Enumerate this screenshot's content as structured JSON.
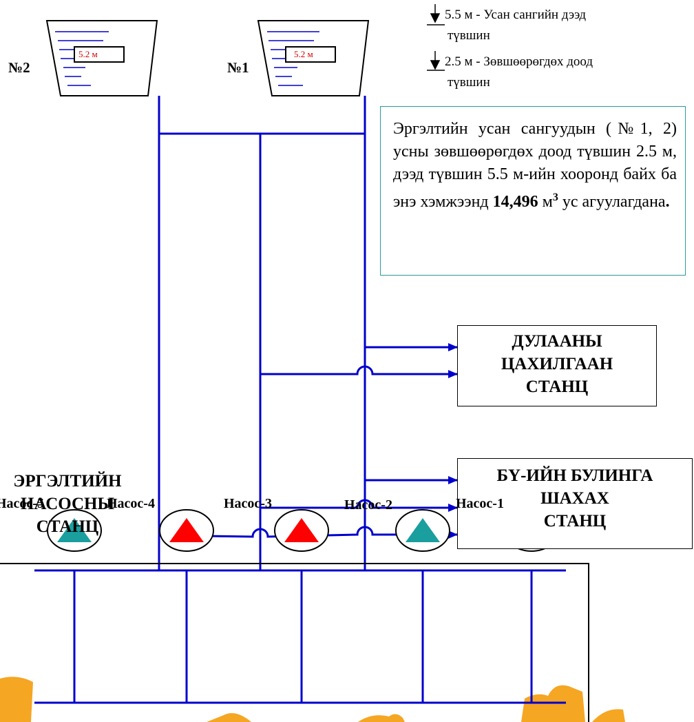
{
  "colors": {
    "pipe": "#0000cc",
    "pump_on": "#ff0000",
    "pump_off": "#1a9e9e",
    "note_border": "#2a9a9a",
    "ground": "#f5a623"
  },
  "reservoirs": [
    {
      "id": "no2",
      "label": "№2",
      "level": "5.2 м"
    },
    {
      "id": "no1",
      "label": "№1",
      "level": "5.2 м"
    }
  ],
  "legend": {
    "upper_value": "5.5",
    "upper_text": "м - Усан сангийн дээд",
    "upper_text2": "түвшин",
    "lower_value": "2.5",
    "lower_text": "м - Зөвшөөрөгдөх доод",
    "lower_text2": "түвшин"
  },
  "note": {
    "line1": "Эргэлтийн усан сангуудын (№1, 2) усны зөвшөөрөгдөх доод түвшин 2.5 м, дээд түвшин 5.5 м-ийн хооронд байх ба энэ хэмжээнд",
    "volume": "14,496",
    "unit": "м",
    "unit_sup": "3",
    "line2": "ус агуулагдана",
    "period": "."
  },
  "consumers": {
    "power_plant": {
      "line1": "ДУЛААНЫ",
      "line2": "ЦАХИЛГААН",
      "line3": "СТАНЦ"
    },
    "ash_station": {
      "line1": "БҮ-ИЙН БУЛИНГА",
      "line2": "ШАХАХ",
      "line3": "СТАНЦ"
    }
  },
  "pump_station": {
    "line1": "ЭРГЭЛТИЙН",
    "line2": "НАСОСНЫ",
    "line3": "СТАНЦ"
  },
  "pumps": [
    {
      "label": "Насос-5",
      "state": "off",
      "color": "#1a9e9e"
    },
    {
      "label": "Насос-4",
      "state": "on",
      "color": "#ff0000"
    },
    {
      "label": "Насос-3",
      "state": "on",
      "color": "#ff0000"
    },
    {
      "label": "Насос-2",
      "state": "off",
      "color": "#1a9e9e"
    },
    {
      "label": "Насос-1",
      "state": "off",
      "color": "#1a9e9e"
    }
  ]
}
